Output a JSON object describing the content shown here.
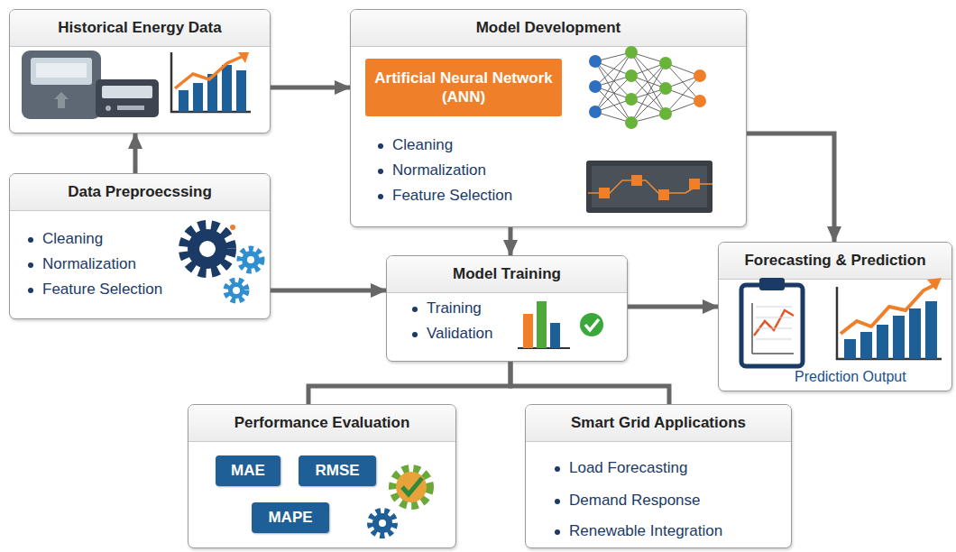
{
  "diagram": {
    "nodes": [
      {
        "text": [
          "Historical Energy Data"
        ]
      },
      {
        "text": [
          "Model Development",
          "Cleaning",
          "Normalization",
          "Feature Selection"
        ]
      },
      {
        "text": [
          "Artificial Neural Network (ANN)"
        ],
        "in": 1
      },
      {
        "text": [
          "Data Preproecssing",
          "Cleaning",
          "Normalization",
          "Feature Selection"
        ]
      },
      {
        "text": [
          "Model Training",
          "Training",
          "Validation"
        ]
      },
      {
        "text": [
          "Forecasting & Prediction",
          "Prediction Output"
        ]
      },
      {
        "text": [
          "Performance Evaluation"
        ]
      },
      {
        "text": [
          "MAE"
        ],
        "in": 6
      },
      {
        "text": [
          "RMSE"
        ],
        "in": 6
      },
      {
        "text": [
          "MAPE"
        ],
        "in": 6
      },
      {
        "text": [
          "Smart Grid Applications",
          "Load Forecasting",
          "Demand Response",
          "Renewable Integration"
        ]
      }
    ],
    "edges": [
      {
        "from": 0,
        "to": 1,
        "arrow": "to"
      },
      {
        "from": 3,
        "to": 0,
        "arrow": "to"
      },
      {
        "from": 1,
        "to": 4,
        "arrow": "to"
      },
      {
        "from": 3,
        "to": 4,
        "arrow": "to"
      },
      {
        "from": 1,
        "to": 5,
        "arrow": "to"
      },
      {
        "from": 4,
        "to": 5,
        "arrow": "to"
      },
      {
        "from": 4,
        "to": 6,
        "arrow": "none"
      },
      {
        "from": 4,
        "to": 10,
        "arrow": "none"
      }
    ]
  }
}
